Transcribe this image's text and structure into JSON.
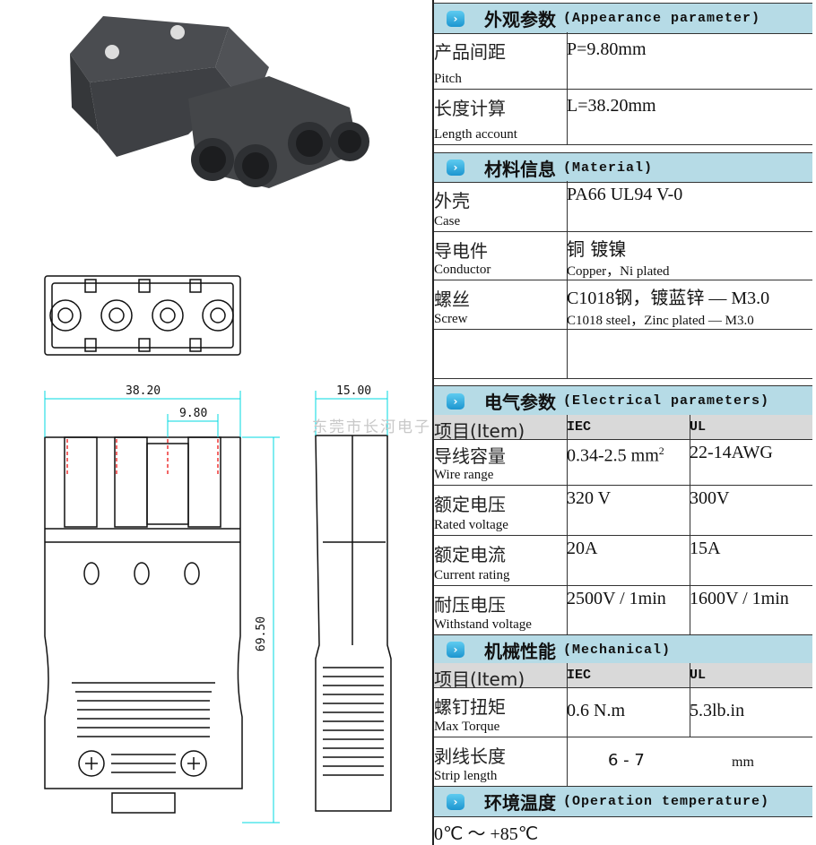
{
  "watermark": "东莞市长河电子",
  "drawing": {
    "dim_length": "38.20",
    "dim_pitch": "9.80",
    "dim_width": "15.00",
    "dim_height": "69.50"
  },
  "appearance": {
    "title_zh": "外观参数",
    "title_en": "(Appearance parameter)",
    "rows": [
      {
        "zh": "产品间距",
        "en": "Pitch",
        "value": "P=9.80mm"
      },
      {
        "zh": "长度计算",
        "en": "Length account",
        "value": "L=38.20mm"
      }
    ]
  },
  "material": {
    "title_zh": "材料信息",
    "title_en": "(Material)",
    "rows": [
      {
        "zh": "外壳",
        "en": "Case",
        "value": "PA66 UL94 V-0",
        "value_en": ""
      },
      {
        "zh": "导电件",
        "en": "Conductor",
        "value": "铜  镀镍",
        "value_en": "Copper，Ni plated"
      },
      {
        "zh": "螺丝",
        "en": "Screw",
        "value": "C1018钢，镀蓝锌 — M3.0",
        "value_en": "C1018 steel，Zinc plated — M3.0"
      }
    ]
  },
  "electrical": {
    "title_zh": "电气参数",
    "title_en": "(Electrical parameters)",
    "header": {
      "item": "项目(Item)",
      "iec": "IEC",
      "ul": "UL"
    },
    "rows": [
      {
        "zh": "导线容量",
        "en": "Wire range",
        "iec": "0.34-2.5 mm",
        "iec_sup": "2",
        "ul": "22-14AWG"
      },
      {
        "zh": "额定电压",
        "en": "Rated voltage",
        "iec": "320 V",
        "ul": "300V"
      },
      {
        "zh": "额定电流",
        "en": "Current rating",
        "iec": "20A",
        "ul": "15A"
      },
      {
        "zh": "耐压电压",
        "en": "Withstand voltage",
        "iec": "2500V / 1min",
        "ul": "1600V / 1min"
      }
    ]
  },
  "mechanical": {
    "title_zh": "机械性能",
    "title_en": "(Mechanical)",
    "header": {
      "item": "项目(Item)",
      "iec": "IEC",
      "ul": "UL"
    },
    "torque": {
      "zh": "螺钉扭矩",
      "en": "Max Torque",
      "iec": "0.6  N.m",
      "ul": "5.3lb.in"
    },
    "strip": {
      "zh": "剥线长度",
      "en": "Strip length",
      "value": "6  -  7",
      "unit": "mm"
    }
  },
  "temperature": {
    "title_zh": "环境温度",
    "title_en": "(Operation temperature)",
    "value": "0℃  ～  +85℃"
  },
  "colors": {
    "header_bg": "#b6dbe6",
    "item_bg": "#d9d9d9",
    "dimension": "#00d8e0"
  }
}
